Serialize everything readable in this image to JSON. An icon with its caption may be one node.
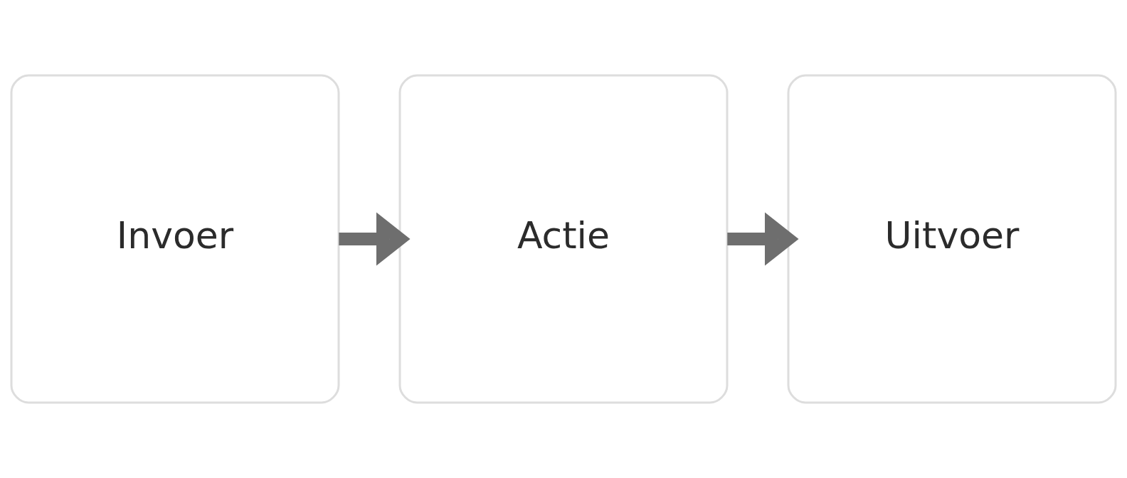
{
  "diagram": {
    "nodes": [
      {
        "text": [
          "Invoer"
        ]
      },
      {
        "text": [
          "Actie"
        ]
      },
      {
        "text": [
          "Uitvoer"
        ]
      }
    ],
    "edges": [
      {
        "from": 0,
        "to": 1,
        "arrow": "to"
      },
      {
        "from": 1,
        "to": 2,
        "arrow": "to"
      }
    ]
  }
}
